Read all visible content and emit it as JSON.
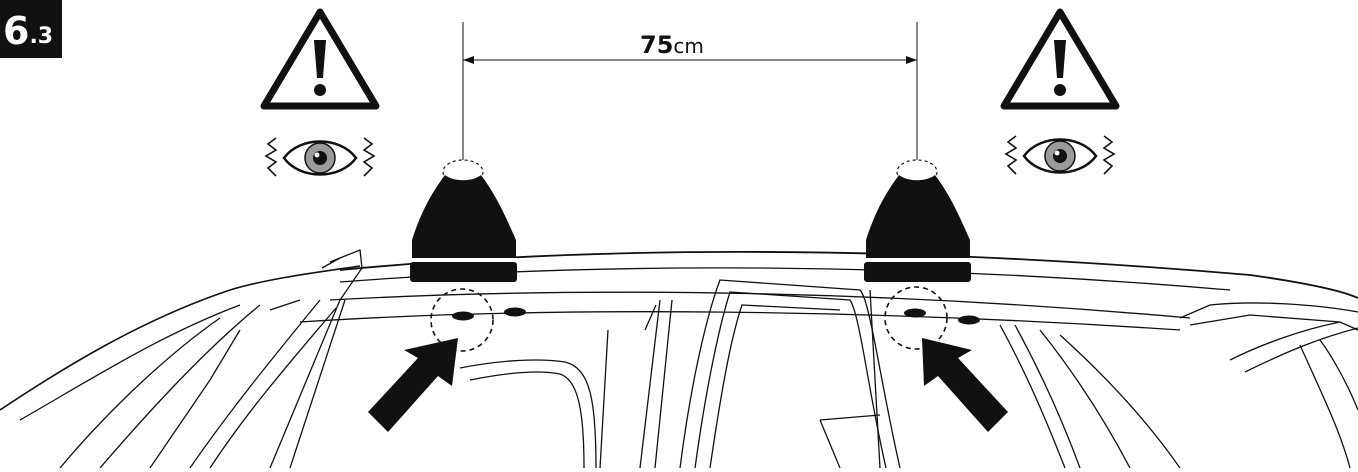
{
  "step": {
    "major": "6",
    "minor": ".3"
  },
  "measurement": {
    "value": "75",
    "unit": "cm"
  },
  "icons": {
    "warning": "warning-triangle-icon",
    "inspect": "eye-icon",
    "pointer": "arrow-icon"
  },
  "colors": {
    "ink": "#111111",
    "paper": "#ffffff",
    "eye_iris": "#9a9a9a"
  }
}
